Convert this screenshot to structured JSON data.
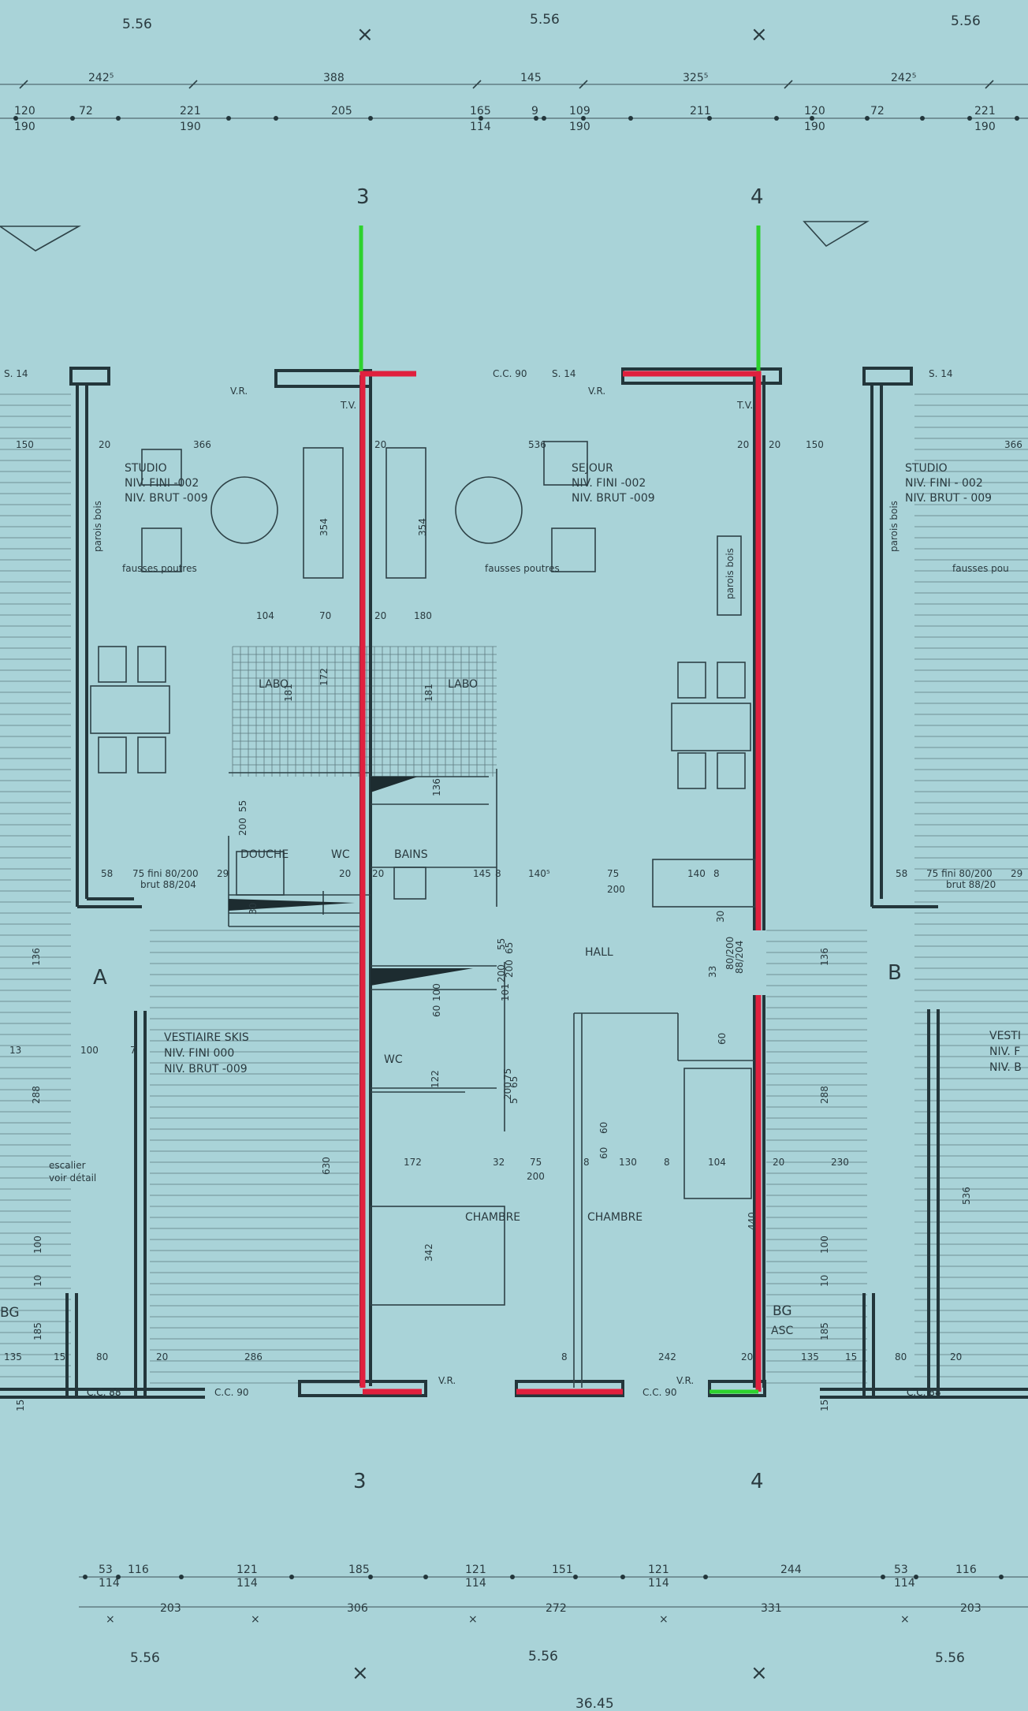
{
  "module_widths": [
    "5.56",
    "5.56",
    "5.56"
  ],
  "axes": [
    "3",
    "4"
  ],
  "top_dims_row1": [
    "242⁵",
    "388",
    "145",
    "325⁵",
    "242⁵"
  ],
  "top_dims_row2": [
    {
      "v": "120",
      "s": "190"
    },
    {
      "v": "72",
      "s": ""
    },
    {
      "v": "221",
      "s": "190"
    },
    {
      "v": "205",
      "s": ""
    },
    {
      "v": "165",
      "s": "114"
    },
    {
      "v": "9",
      "s": ""
    },
    {
      "v": "109",
      "s": "190"
    },
    {
      "v": "211",
      "s": ""
    },
    {
      "v": "120",
      "s": "190"
    },
    {
      "v": "72",
      "s": ""
    },
    {
      "v": "221",
      "s": "190"
    }
  ],
  "bottom_dims_row1": [
    {
      "v": "53",
      "s": "114"
    },
    {
      "v": "116",
      "s": ""
    },
    {
      "v": "121",
      "s": "114"
    },
    {
      "v": "185",
      "s": ""
    },
    {
      "v": "121",
      "s": "114"
    },
    {
      "v": "151",
      "s": ""
    },
    {
      "v": "121",
      "s": "114"
    },
    {
      "v": "244",
      "s": ""
    },
    {
      "v": "53",
      "s": "114"
    },
    {
      "v": "116",
      "s": ""
    }
  ],
  "bottom_dims_row2": [
    "203",
    "306",
    "272",
    "331",
    "203"
  ],
  "total_width": "36.45",
  "rooms": {
    "studio_left": {
      "name": "STUDIO",
      "niv_fini": "NIV. FINI  -002",
      "niv_brut": "NIV. BRUT -009"
    },
    "studio_right": {
      "name": "STUDIO",
      "niv_fini": "NIV. FINI  - 002",
      "niv_brut": "NIV. BRUT - 009"
    },
    "sejour": {
      "name": "SEJOUR",
      "niv_fini": "NIV. FINI  -002",
      "niv_brut": "NIV. BRUT -009"
    },
    "labo_left": "LABO",
    "labo_right": "LABO",
    "douche": "DOUCHE",
    "wc1": "WC",
    "bains": "BAINS",
    "hall": "HALL",
    "wc2": "WC",
    "chambre1": "CHAMBRE",
    "chambre2": "CHAMBRE",
    "vestiaire": {
      "name": "VESTIAIRE SKIS",
      "niv_fini": "NIV. FINI     000",
      "niv_brut": "NIV. BRUT -009"
    },
    "vestiaire_right_parts": [
      "VESTI",
      "NIV. F",
      "NIV. B"
    ],
    "stair_letters": [
      "A",
      "B"
    ],
    "escalier": [
      "escalier",
      "voir détail"
    ],
    "fausses_poutres": [
      "fausses poutres",
      "fausses poutres",
      "fausses pou"
    ],
    "parois_bois": [
      "parois bois",
      "parois bois",
      "parois bois"
    ],
    "bg": [
      "BG",
      "BG"
    ],
    "asc": "ASC"
  },
  "door_labels": [
    "75 fini 80/200",
    "brut 88/204",
    "75 fini 80/200",
    "brut 88/20"
  ],
  "wall_labels": [
    "V.R.",
    "V.R.",
    "V.R.",
    "V.R.",
    "C.C. 90",
    "C.C. 90",
    "C.C. 90",
    "C.C. 88",
    "C.C. 88",
    "C.C. 88",
    "C.C. 88",
    "S. 14",
    "S. 14",
    "S. 14",
    "T.V.",
    "T.V."
  ],
  "interior_dims": {
    "row_top": [
      "150",
      "20",
      "366",
      "20",
      "536",
      "20",
      "20",
      "150",
      "366"
    ],
    "labo_row": [
      "104",
      "70",
      "20",
      "180"
    ],
    "hall_row": [
      "58",
      "29",
      "20",
      "20",
      "145",
      "8",
      "140⁵",
      "75",
      "200",
      "140",
      "8",
      "58",
      "29"
    ],
    "chambre_row": [
      "172",
      "32",
      "75",
      "200",
      "8",
      "130",
      "8",
      "104",
      "20",
      "230"
    ],
    "bottom_row": [
      "135",
      "15",
      "80",
      "20",
      "286",
      "8",
      "242",
      "20",
      "135",
      "15",
      "80",
      "20"
    ],
    "misc": [
      "354",
      "354",
      "172",
      "181",
      "181",
      "136",
      "55",
      "200",
      "65",
      "200",
      "75",
      "200",
      "60",
      "60",
      "342",
      "440",
      "630",
      "536",
      "136",
      "136",
      "288",
      "288",
      "100",
      "100",
      "185",
      "185",
      "10",
      "10",
      "15",
      "15",
      "30",
      "30",
      "33",
      "80/200",
      "88/204",
      "122",
      "101",
      "100",
      "60",
      "60",
      "13",
      "100",
      "7",
      "55",
      "200",
      "5",
      "65"
    ]
  }
}
